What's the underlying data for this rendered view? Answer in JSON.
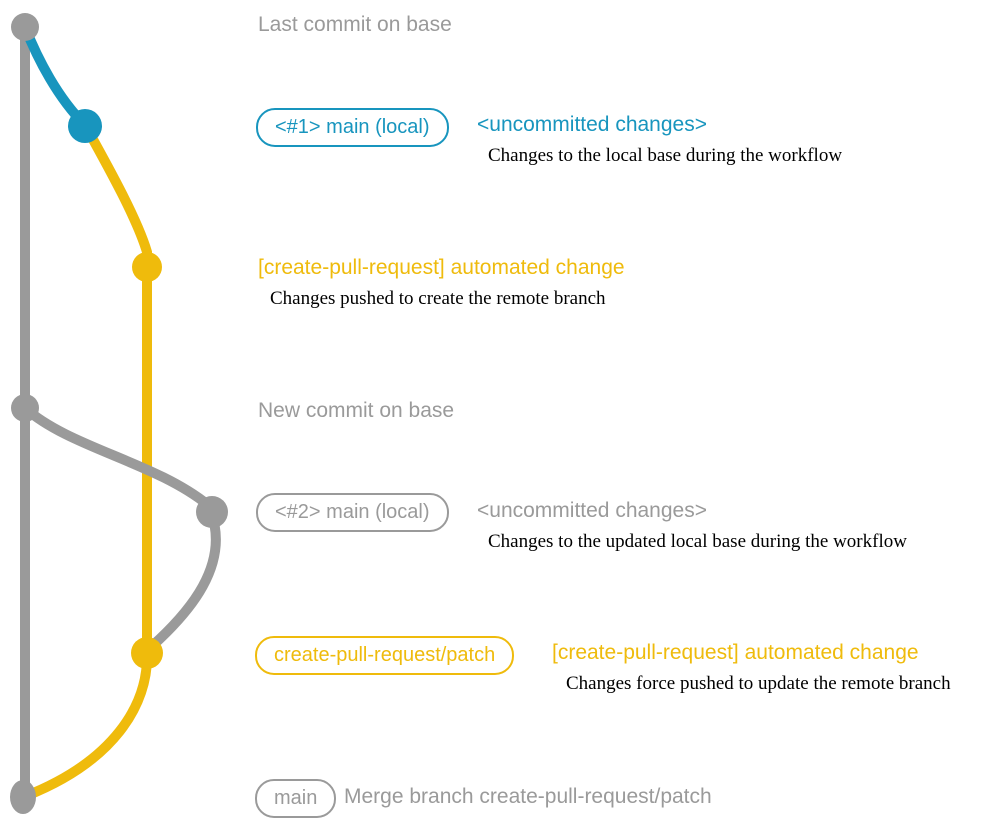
{
  "colors": {
    "teal": "#1895BE",
    "gold": "#EFBB0C",
    "gray": "#9A9A9A",
    "ink": "#000000",
    "bg": "#FFFFFF"
  },
  "graph": {
    "base_branch": "base",
    "node_names": [
      "last-commit-on-base",
      "local-main-uncommitted-1",
      "automated-change-commit-1",
      "new-commit-on-base",
      "local-main-uncommitted-2",
      "automated-change-commit-2",
      "merge-commit"
    ]
  },
  "rows": {
    "last_commit": {
      "text": "Last commit on base"
    },
    "row1": {
      "badge": "<#1> main (local)",
      "title": "<uncommitted changes>",
      "subtitle": "Changes to the local base during the workflow"
    },
    "row2": {
      "title": "[create-pull-request] automated change",
      "subtitle": "Changes pushed to create the remote branch"
    },
    "new_commit": {
      "text": "New commit on base"
    },
    "row3": {
      "badge": "<#2> main (local)",
      "title": "<uncommitted changes>",
      "subtitle": "Changes to the updated local base during the workflow"
    },
    "row4": {
      "badge": "create-pull-request/patch",
      "title": "[create-pull-request] automated change",
      "subtitle": "Changes force pushed to update the remote branch"
    },
    "row5": {
      "badge": "main",
      "title": "Merge branch create-pull-request/patch"
    }
  }
}
